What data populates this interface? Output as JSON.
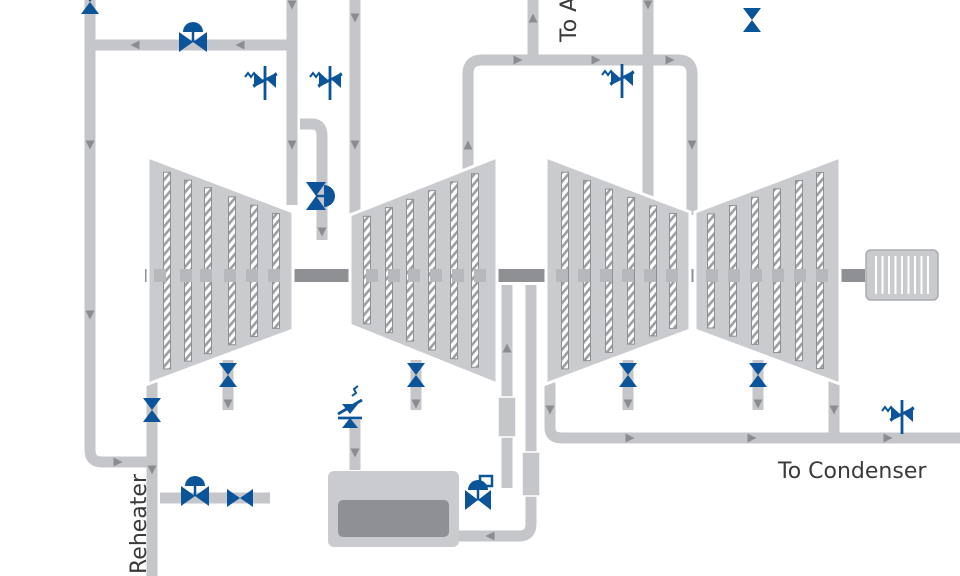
{
  "labels": {
    "to_a": "To A",
    "to_condenser": "To Condenser",
    "reheater": "Reheater"
  },
  "colors": {
    "pipe": "#c4c6c9",
    "shaft": "#8e9093",
    "turbine_body": "#c9cbce",
    "blade": "#9a9c9f",
    "valve": "#0b5499",
    "arrow": "#8a8c8f",
    "label": "#3a3a3a"
  },
  "components": {
    "turbines": [
      "high-pressure-turbine",
      "intermediate-pressure-turbine",
      "low-pressure-turbine-1",
      "low-pressure-turbine-2"
    ],
    "generator": "generator",
    "tank": "condensate-tank"
  },
  "icons": [
    "gate-valve-icon",
    "control-valve-icon",
    "safety-valve-icon",
    "pump-icon",
    "flow-arrow-icon"
  ]
}
